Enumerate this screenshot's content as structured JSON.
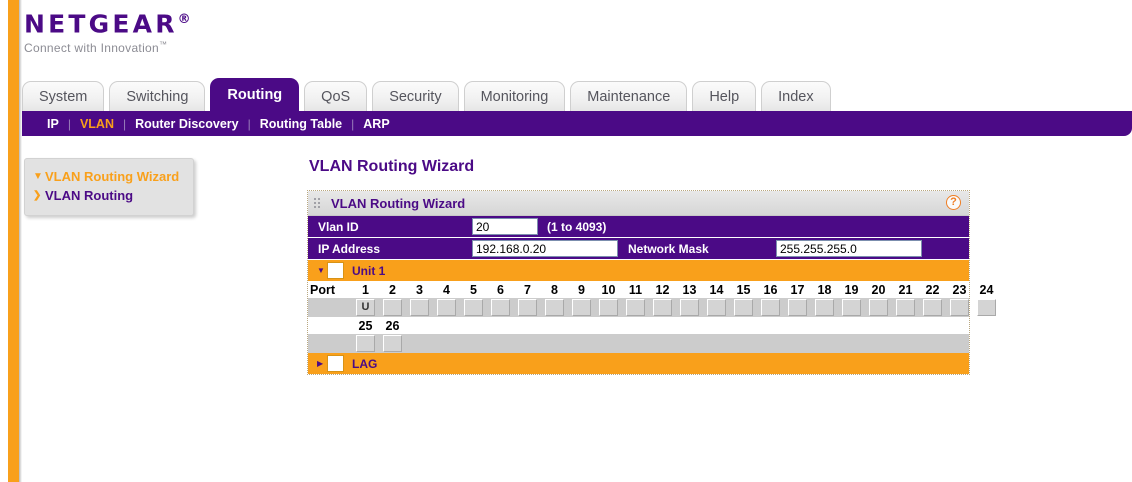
{
  "brand": {
    "name": "NETGEAR",
    "trademark": "®",
    "tagline": "Connect with Innovation",
    "tagline_tm": "™"
  },
  "tabs": [
    {
      "label": "System",
      "active": false
    },
    {
      "label": "Switching",
      "active": false
    },
    {
      "label": "Routing",
      "active": true
    },
    {
      "label": "QoS",
      "active": false
    },
    {
      "label": "Security",
      "active": false
    },
    {
      "label": "Monitoring",
      "active": false
    },
    {
      "label": "Maintenance",
      "active": false
    },
    {
      "label": "Help",
      "active": false
    },
    {
      "label": "Index",
      "active": false
    }
  ],
  "subnav": [
    {
      "label": "IP",
      "active": false
    },
    {
      "label": "VLAN",
      "active": true
    },
    {
      "label": "Router Discovery",
      "active": false
    },
    {
      "label": "Routing Table",
      "active": false
    },
    {
      "label": "ARP",
      "active": false
    }
  ],
  "sidebar": {
    "items": [
      {
        "label": "VLAN Routing Wizard",
        "active": true,
        "caret": "▼"
      },
      {
        "label": "VLAN Routing",
        "active": false,
        "caret": "❯"
      }
    ]
  },
  "main": {
    "page_title": "VLAN Routing Wizard",
    "panel_title": "VLAN Routing Wizard",
    "help_glyph": "?",
    "fields": {
      "vlan_id_label": "Vlan ID",
      "vlan_id_value": "20",
      "vlan_id_hint": "(1 to 4093)",
      "ip_address_label": "IP Address",
      "ip_address_value": "192.168.0.20",
      "network_mask_label": "Network Mask",
      "network_mask_value": "255.255.255.0"
    },
    "unit_bar": {
      "label": "Unit 1",
      "triangle": "▼",
      "expanded": true
    },
    "lag_bar": {
      "label": "LAG",
      "triangle": "▶",
      "expanded": false
    },
    "port_grid": {
      "lead_label": "Port",
      "row1_ports": [
        1,
        2,
        3,
        4,
        5,
        6,
        7,
        8,
        9,
        10,
        11,
        12,
        13,
        14,
        15,
        16,
        17,
        18,
        19,
        20,
        21,
        22,
        23,
        24
      ],
      "row1_values": [
        "U",
        "",
        "",
        "",
        "",
        "",
        "",
        "",
        "",
        "",
        "",
        "",
        "",
        "",
        "",
        "",
        "",
        "",
        "",
        "",
        "",
        "",
        "",
        ""
      ],
      "row2_ports": [
        25,
        26
      ],
      "row2_values": [
        "",
        ""
      ]
    }
  },
  "colors": {
    "brand_purple": "#4b0a86",
    "brand_orange": "#f9a01b",
    "panel_gray": "#cccccc",
    "help_orange": "#ef7d22"
  }
}
